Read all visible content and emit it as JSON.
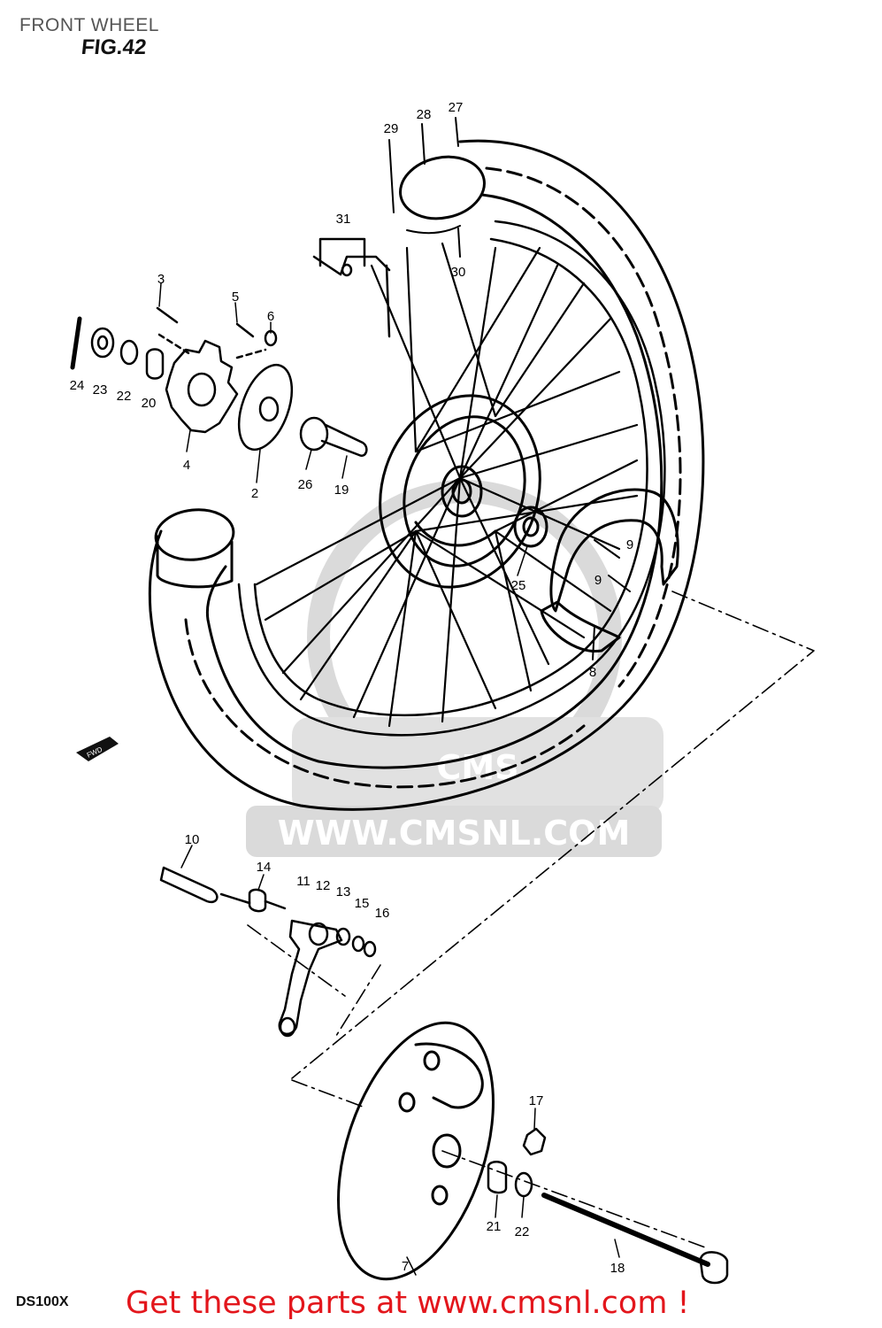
{
  "header": {
    "title": "FRONT WHEEL",
    "figure": "FIG.42"
  },
  "footer": {
    "model": "DS100X",
    "cta": "Get these parts at www.cmsnl.com !"
  },
  "watermark": {
    "logo_text": "CMS",
    "url_text": "WWW.CMSNL.COM"
  },
  "fwd_mark": "FWD",
  "colors": {
    "cta": "#e3161c",
    "line": "#000000",
    "watermark": "#d4d4d4",
    "title": "#555555"
  },
  "callouts": [
    {
      "id": "c-29",
      "label": "29"
    },
    {
      "id": "c-28",
      "label": "28"
    },
    {
      "id": "c-27",
      "label": "27"
    },
    {
      "id": "c-31",
      "label": "31"
    },
    {
      "id": "c-30",
      "label": "30"
    },
    {
      "id": "c-3",
      "label": "3"
    },
    {
      "id": "c-5",
      "label": "5"
    },
    {
      "id": "c-6",
      "label": "6"
    },
    {
      "id": "c-24",
      "label": "24"
    },
    {
      "id": "c-23",
      "label": "23"
    },
    {
      "id": "c-22a",
      "label": "22"
    },
    {
      "id": "c-20",
      "label": "20"
    },
    {
      "id": "c-4",
      "label": "4"
    },
    {
      "id": "c-2",
      "label": "2"
    },
    {
      "id": "c-26",
      "label": "26"
    },
    {
      "id": "c-19",
      "label": "19"
    },
    {
      "id": "c-25",
      "label": "25"
    },
    {
      "id": "c-9a",
      "label": "9"
    },
    {
      "id": "c-9b",
      "label": "9"
    },
    {
      "id": "c-8",
      "label": "8"
    },
    {
      "id": "c-10",
      "label": "10"
    },
    {
      "id": "c-14",
      "label": "14"
    },
    {
      "id": "c-11",
      "label": "11"
    },
    {
      "id": "c-12",
      "label": "12"
    },
    {
      "id": "c-13",
      "label": "13"
    },
    {
      "id": "c-15",
      "label": "15"
    },
    {
      "id": "c-16",
      "label": "16"
    },
    {
      "id": "c-17",
      "label": "17"
    },
    {
      "id": "c-21",
      "label": "21"
    },
    {
      "id": "c-22b",
      "label": "22"
    },
    {
      "id": "c-7",
      "label": "7"
    },
    {
      "id": "c-18",
      "label": "18"
    }
  ]
}
